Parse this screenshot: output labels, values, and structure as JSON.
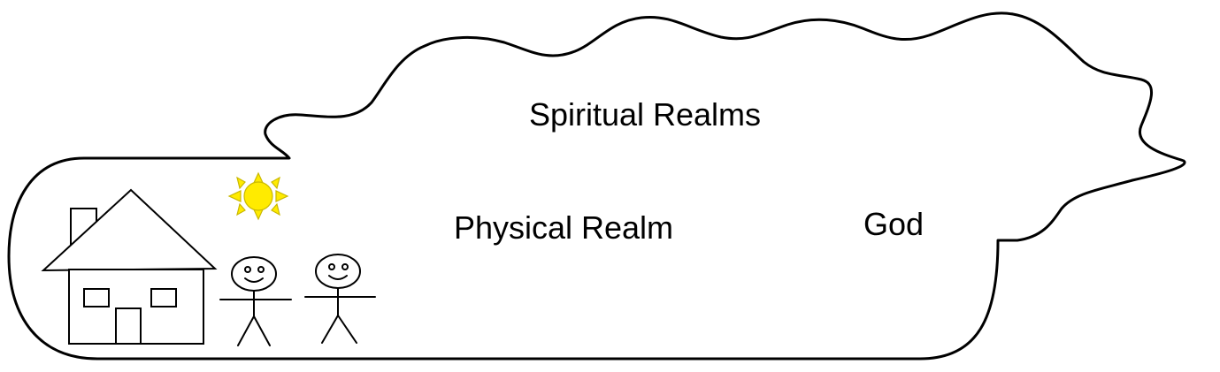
{
  "labels": {
    "spiritual": "Spiritual Realms",
    "physical": "Physical Realm",
    "god": "God"
  },
  "colors": {
    "outline": "#000000",
    "sun_fill": "#ffeb00",
    "sun_stroke": "#c9b800",
    "background": "#ffffff"
  }
}
